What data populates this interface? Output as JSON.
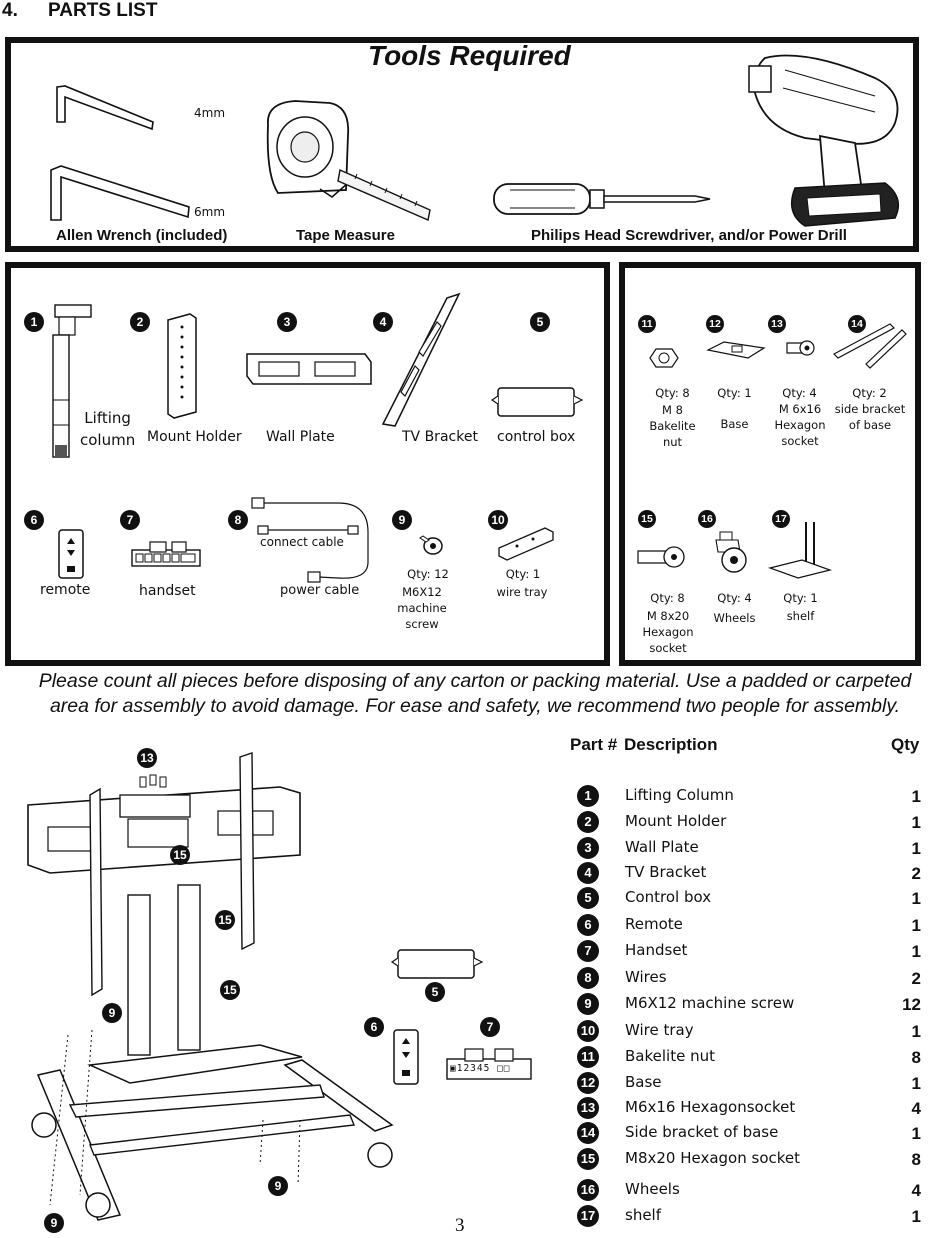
{
  "section": {
    "number": "4.",
    "title": "PARTS LIST"
  },
  "tools": {
    "title": "Tools Required",
    "allen_sizes": [
      "4mm",
      "6mm"
    ],
    "labels": [
      "Allen Wrench (included)",
      "Tape Measure",
      "Philips Head Screwdriver, and/or Power Drill"
    ]
  },
  "parts_left": [
    {
      "num": "1",
      "label": "Lifting\ncolumn"
    },
    {
      "num": "2",
      "label": "Mount Holder"
    },
    {
      "num": "3",
      "label": "Wall Plate"
    },
    {
      "num": "4",
      "label": "TV Bracket"
    },
    {
      "num": "5",
      "label": "control box"
    },
    {
      "num": "6",
      "label": "remote"
    },
    {
      "num": "7",
      "label": "handset"
    },
    {
      "num": "8",
      "label": "power cable",
      "sublabel": "connect cable"
    },
    {
      "num": "9",
      "qty": "Qty: 12",
      "label": "M6X12\nmachine\nscrew"
    },
    {
      "num": "10",
      "qty": "Qty: 1",
      "label": "wire  tray"
    }
  ],
  "parts_right": [
    {
      "num": "11",
      "qty": "Qty: 8",
      "label": "M 8\nBakelite\nnut"
    },
    {
      "num": "12",
      "qty": "Qty: 1",
      "label": "Base"
    },
    {
      "num": "13",
      "qty": "Qty: 4",
      "label": "M 6x16\nHexagon\nsocket"
    },
    {
      "num": "14",
      "qty": "Qty: 2",
      "label": "side  bracket\nof  base"
    },
    {
      "num": "15",
      "qty": "Qty: 8",
      "label": "M 8x20\nHexagon\nsocket"
    },
    {
      "num": "16",
      "qty": "Qty: 4",
      "label": "Wheels"
    },
    {
      "num": "17",
      "qty": "Qty: 1",
      "label": "shelf"
    }
  ],
  "notice": {
    "line1": "Please count all pieces before disposing of any carton or packing material. Use a padded or carpeted",
    "line2": "area for assembly to avoid damage. For ease and safety, we recommend two people for assembly."
  },
  "table": {
    "header_part": "Part #",
    "header_desc": "Description",
    "header_qty": "Qty",
    "rows": [
      {
        "num": "1",
        "desc": "Lifting  Column",
        "qty": "1"
      },
      {
        "num": "2",
        "desc": "Mount Holder",
        "qty": "1"
      },
      {
        "num": "3",
        "desc": "Wall Plate",
        "qty": "1"
      },
      {
        "num": "4",
        "desc": "TV Bracket",
        "qty": "2"
      },
      {
        "num": "5",
        "desc": "Control box",
        "qty": "1"
      },
      {
        "num": "6",
        "desc": "Remote",
        "qty": "1"
      },
      {
        "num": "7",
        "desc": "Handset",
        "qty": "1"
      },
      {
        "num": "8",
        "desc": "Wires",
        "qty": "2"
      },
      {
        "num": "9",
        "desc": "M6X12  machine screw",
        "qty": "12"
      },
      {
        "num": "10",
        "desc": "Wire  tray",
        "qty": "1"
      },
      {
        "num": "11",
        "desc": "Bakelite  nut",
        "qty": "8"
      },
      {
        "num": "12",
        "desc": "Base",
        "qty": "1"
      },
      {
        "num": "13",
        "desc": "M6x16 Hexagonsocket",
        "qty": "4"
      },
      {
        "num": "14",
        "desc": "Side  bracket  of  base",
        "qty": "1"
      },
      {
        "num": "15",
        "desc": "M8x20 Hexagon socket",
        "qty": "8"
      },
      {
        "num": "16",
        "desc": "Wheels",
        "qty": "4"
      },
      {
        "num": "17",
        "desc": "shelf",
        "qty": "1"
      }
    ]
  },
  "diagram_callouts": [
    "13",
    "15",
    "15",
    "15",
    "9",
    "5",
    "6",
    "7",
    "9",
    "9"
  ],
  "handset_display": "▣12345 □□",
  "page_number": "3"
}
